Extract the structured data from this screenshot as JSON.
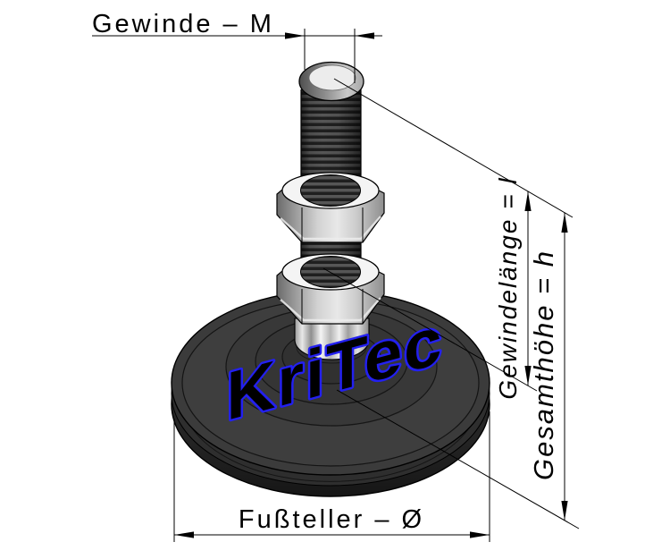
{
  "drawing": {
    "type": "isometric technical drawing of an adjustable machine levelling foot",
    "background_color": "#ffffff",
    "line_color": "#000000"
  },
  "dimensions": {
    "thread": {
      "label": "Gewinde – M"
    },
    "thread_length": {
      "label": "Gewindelänge = l"
    },
    "total_height": {
      "label": "Gesamthöhe = h"
    },
    "plate_diameter": {
      "label": "Fußteller – Ø"
    }
  },
  "watermark": {
    "text": "KriTec",
    "color": "#2320f0"
  },
  "colors": {
    "foot_top": "#3b3b3b",
    "foot_side": "#262626",
    "nut_top": "#f4f4f4",
    "stud_light_band": "#565656",
    "stud_dark_band": "#1f1f1f",
    "stud_top_face": "#ececec"
  }
}
